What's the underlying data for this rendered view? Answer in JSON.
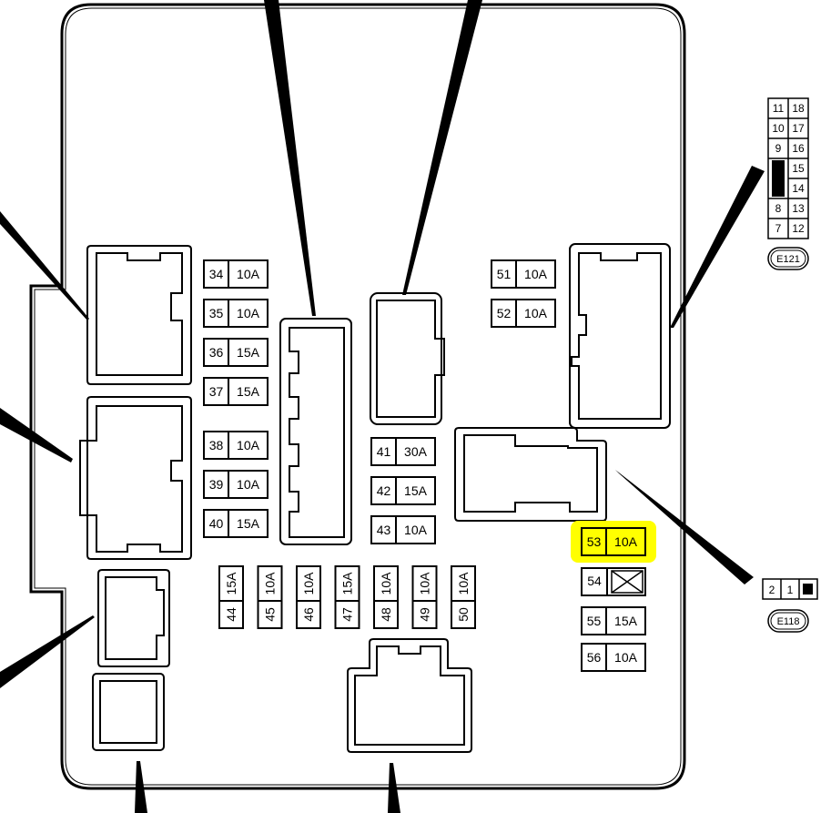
{
  "fuses_horizontal": [
    {
      "num": "34",
      "amp": "10A"
    },
    {
      "num": "35",
      "amp": "10A"
    },
    {
      "num": "36",
      "amp": "15A"
    },
    {
      "num": "37",
      "amp": "15A"
    },
    {
      "num": "38",
      "amp": "10A"
    },
    {
      "num": "39",
      "amp": "10A"
    },
    {
      "num": "40",
      "amp": "15A"
    },
    {
      "num": "41",
      "amp": "30A"
    },
    {
      "num": "42",
      "amp": "15A"
    },
    {
      "num": "43",
      "amp": "10A"
    },
    {
      "num": "51",
      "amp": "10A"
    },
    {
      "num": "52",
      "amp": "10A"
    },
    {
      "num": "53",
      "amp": "10A",
      "highlight": true
    },
    {
      "num": "55",
      "amp": "15A"
    },
    {
      "num": "56",
      "amp": "10A"
    }
  ],
  "fuse_empty": {
    "num": "54"
  },
  "fuses_vertical": [
    {
      "num": "44",
      "amp": "15A"
    },
    {
      "num": "45",
      "amp": "10A"
    },
    {
      "num": "46",
      "amp": "10A"
    },
    {
      "num": "47",
      "amp": "15A"
    },
    {
      "num": "48",
      "amp": "10A"
    },
    {
      "num": "49",
      "amp": "10A"
    },
    {
      "num": "50",
      "amp": "10A"
    }
  ],
  "connector_e121": {
    "label": "E121",
    "left_pins": [
      "11",
      "10",
      "9",
      "",
      "",
      "8",
      "7"
    ],
    "right_pins": [
      "18",
      "17",
      "16",
      "15",
      "14",
      "13",
      "12"
    ]
  },
  "connector_e118": {
    "label": "E118",
    "pins": [
      "2",
      "1"
    ]
  },
  "colors": {
    "highlight": "#ffff00",
    "line": "#000000",
    "background": "#ffffff"
  }
}
